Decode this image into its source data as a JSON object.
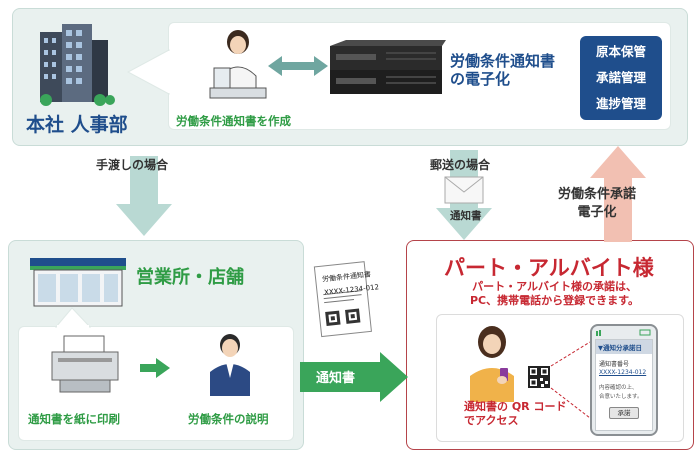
{
  "hq": {
    "title": "本社 人事部",
    "create_caption": "労働条件通知書を作成",
    "digitize_line1": "労働条件通知書",
    "digitize_line2": "の電子化",
    "management": [
      "原本保管",
      "承諾管理",
      "進捗管理"
    ]
  },
  "flows": {
    "handover": "手渡しの場合",
    "mail": "郵送の場合",
    "envelope_caption": "通知書",
    "digital_line1": "労働条件承諾",
    "digital_line2": "電子化",
    "notice_arrow": "通知書"
  },
  "document": {
    "title": "労働条件通知書",
    "number": "XXXX-1234-012"
  },
  "store": {
    "title": "営業所・店舗",
    "print_caption": "通知書を紙に印刷",
    "explain_caption": "労働条件の説明"
  },
  "part": {
    "title": "パート・アルバイト様",
    "desc_line1": "パート・アルバイト様の承諾は、",
    "desc_line2": "PC、携帯電話から登録できます。",
    "qr_caption_line1": "通知書の QR コード",
    "qr_caption_line2": "でアクセス"
  },
  "phone": {
    "header": "▼通知分承諾日",
    "number_label": "通知書番号",
    "number": "XXXX-1234-012",
    "confirm_line1": "内容確認の上、",
    "confirm_line2": "合意いたします。",
    "button": "承諾"
  },
  "colors": {
    "teal_arrow": "#b9d9d3",
    "green_arrow": "#3aa55a",
    "pink_arrow": "#f2c0b2",
    "navy": "#1f4e8c",
    "red": "#c72832",
    "green_text": "#2f9c45"
  }
}
